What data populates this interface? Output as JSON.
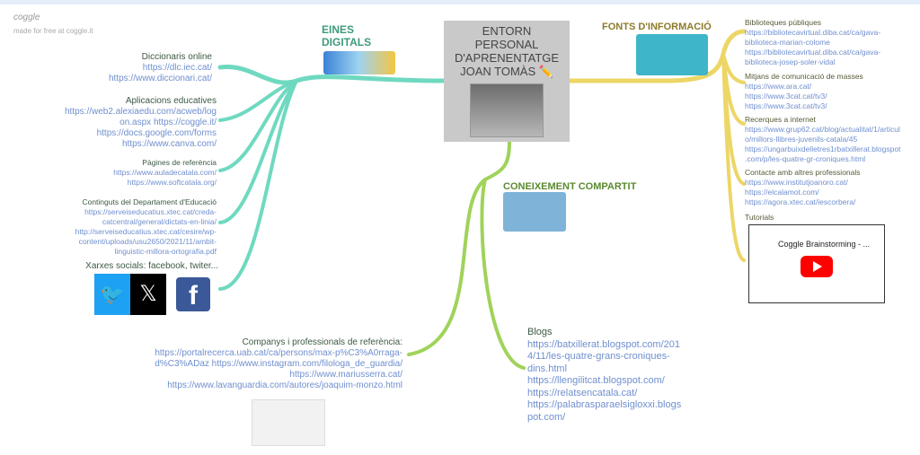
{
  "brand": {
    "logo": "coggle",
    "tagline": "made for free at coggle.it"
  },
  "center": {
    "lines": [
      "ENTORN",
      "PERSONAL",
      "D'APRENENTATGE",
      "JOAN TOMÀS ✏️"
    ]
  },
  "branches": {
    "eines": "EINES DIGITALS",
    "fonts": "FONTS D'INFORMACIÓ",
    "coneixement": "CONEIXEMENT COMPARTIT"
  },
  "left": [
    {
      "title": "Diccionaris online",
      "links": [
        "https://dlc.iec.cat/",
        "https://www.diccionari.cat/"
      ]
    },
    {
      "title": "Aplicacions educatives",
      "links": [
        "https://web2.alexiaedu.com/acweb/log",
        "on.aspx https://coggle.it/",
        "https://docs.google.com/forms",
        "https://www.canva.com/"
      ]
    },
    {
      "title": "Pàgines de referència",
      "links": [
        "https://www.auladecatala.com/",
        "https://www.softcatala.org/"
      ]
    },
    {
      "title": "Continguts del Departament d'Educació",
      "links": [
        "https://serveiseducatius.xtec.cat/creda-",
        "catcentral/general/dictats-en-linia/",
        "http://serveiseducatius.xtec.cat/cesire/wp-",
        "content/uploads/usu2650/2021/11/ambit-",
        "linguistic-millora-ortografia.pdf"
      ]
    },
    {
      "title": "Xarxes socials: facebook, twiter...",
      "links": []
    }
  ],
  "right": [
    {
      "title": "Biblioteques públiques",
      "links": [
        "https://bibliotecavirtual.diba.cat/ca/gava-",
        "biblioteca-marian-colome",
        "https://bibliotecavirtual.diba.cat/ca/gava-",
        "biblioteca-josep-soler-vidal"
      ]
    },
    {
      "title": "Mitjans de comunicació de masses",
      "links": [
        "https://www.ara.cat/",
        "https://www.3cat.cat/tv3/",
        "https://www.3cat.cat/tv3/"
      ]
    },
    {
      "title": "Recerques a internet",
      "links": [
        "https://www.grup62.cat/blog/actualitat/1/articul",
        "o/millors-llibres-juvenils-catala/45",
        "https://ungarbuixdelletres1rbatxillerat.blogspot",
        ".com/p/les-quatre-gr-croniques.html"
      ]
    },
    {
      "title": "Contacte amb altres professionals",
      "links": [
        "https://www.institutjoanoro.cat/",
        "https://elcalamot.com/",
        "https://agora.xtec.cat/iescorbera/"
      ]
    },
    {
      "title": "Tutorials",
      "links": []
    }
  ],
  "video": {
    "title": "Coggle Brainstorming - ..."
  },
  "companys": {
    "title": "Companys i professionals de referència:",
    "links": [
      "https://portalrecerca.uab.cat/ca/persons/max-p%C3%A0rraga-",
      "d%C3%ADaz https://www.instagram.com/filologa_de_guardia/",
      "https://www.mariusserra.cat/",
      "https://www.lavanguardia.com/autores/joaquim-monzo.html"
    ]
  },
  "blogs": {
    "title": "Blogs",
    "links": [
      "https://batxillerat.blogspot.com/201",
      "4/11/les-quatre-grans-croniques-",
      "dins.html",
      "https://llengilitcat.blogspot.com/",
      "https://relatsencatala.cat/",
      "https://palabrasparaelsigloxxi.blogs",
      "pot.com/"
    ]
  },
  "colors": {
    "teal": "#6fd9c0",
    "yellow": "#ecd666",
    "green": "#9fd35a",
    "link": "#6f8fcf"
  }
}
